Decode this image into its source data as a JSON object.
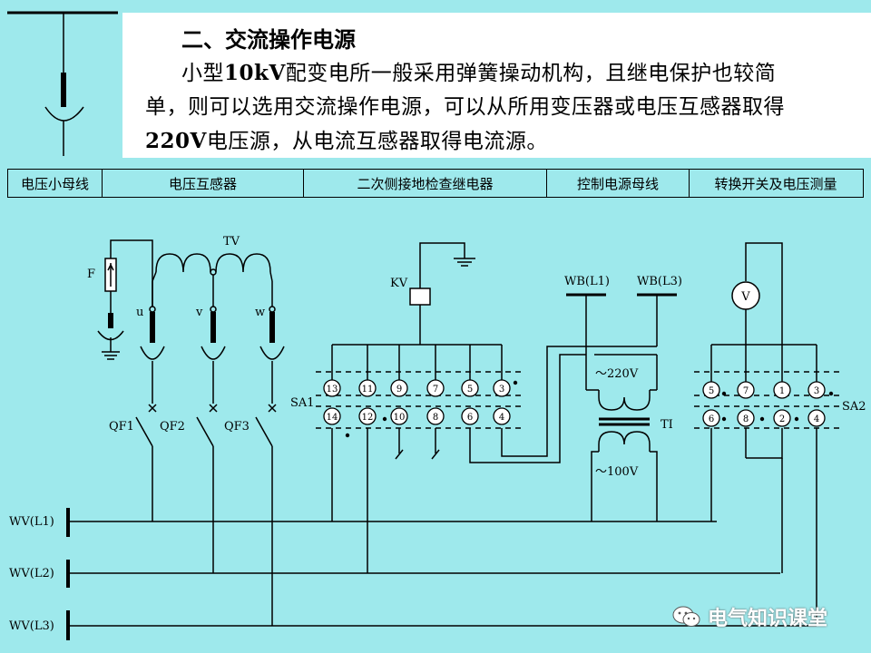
{
  "section": {
    "heading": "二、交流操作电源",
    "paragraph_parts": [
      {
        "text": "小型",
        "bold": false
      },
      {
        "text": "10kV",
        "bold": true
      },
      {
        "text": "配变电所一般采用弹簧操动机构，且继电保护也较简单，则可以选用交流操作电源，可以从所用变压器或电压互感器取得",
        "bold": false
      },
      {
        "text": "220V",
        "bold": true
      },
      {
        "text": "电压源，从电流互感器取得电流源。",
        "bold": false
      }
    ]
  },
  "header": {
    "columns": [
      "电压小母线",
      "电压互感器",
      "二次侧接地检查继电器",
      "控制电源母线",
      "转换开关及电压测量"
    ]
  },
  "labels": {
    "tv": "TV",
    "fuse": "F",
    "u": "u",
    "v": "v",
    "w": "w",
    "kv": "KV",
    "wb_l1": "WB(L1)",
    "wb_l3": "WB(L3)",
    "ac_220": "～220V",
    "ac_100": "～100V",
    "ti": "TI",
    "voltmeter": "V",
    "sa1": "SA1",
    "sa2": "SA2",
    "qf1": "QF1",
    "qf2": "QF2",
    "qf3": "QF3",
    "wv_l1": "WV(L1)",
    "wv_l2": "WV(L2)",
    "wv_l3": "WV(L3)"
  },
  "sa1_terminals": {
    "top": [
      "13",
      "11",
      "9",
      "7",
      "5",
      "3"
    ],
    "bottom": [
      "14",
      "12",
      "10",
      "8",
      "6",
      "4"
    ]
  },
  "sa2_terminals": {
    "top": [
      "5",
      "7",
      "1",
      "3"
    ],
    "bottom": [
      "6",
      "8",
      "2",
      "4"
    ]
  },
  "watermark": {
    "text": "电气知识课堂",
    "icon": "wechat-icon"
  },
  "colors": {
    "background": "#9ee9ec",
    "panel": "#ffffff",
    "line": "#000000"
  }
}
